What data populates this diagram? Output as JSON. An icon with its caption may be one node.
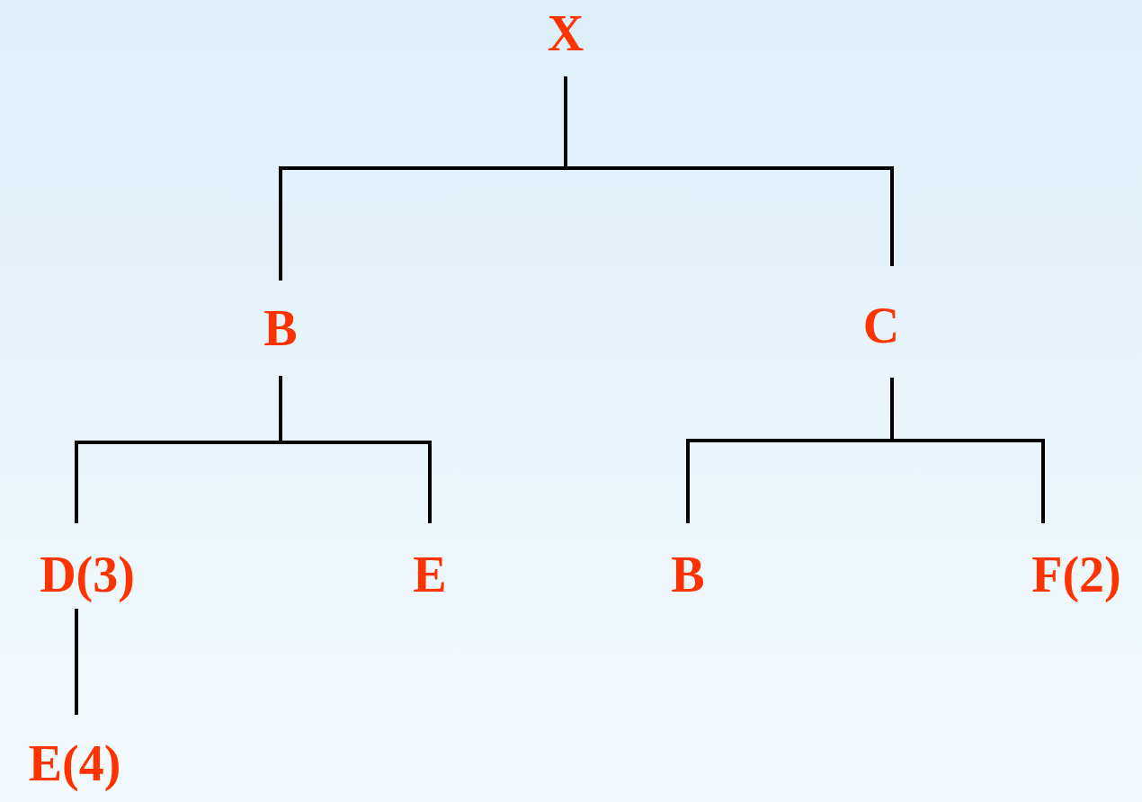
{
  "diagram": {
    "nodes": [
      {
        "text": [
          "X"
        ]
      },
      {
        "text": [
          "B"
        ]
      },
      {
        "text": [
          "C"
        ]
      },
      {
        "text": [
          "D(3)"
        ]
      },
      {
        "text": [
          "E"
        ]
      },
      {
        "text": [
          "B"
        ]
      },
      {
        "text": [
          "F(2)"
        ]
      },
      {
        "text": [
          "E(4)"
        ]
      }
    ],
    "edges": [
      {
        "from": 0,
        "to": 1,
        "arrow": "none"
      },
      {
        "from": 0,
        "to": 2,
        "arrow": "none"
      },
      {
        "from": 1,
        "to": 3,
        "arrow": "none"
      },
      {
        "from": 1,
        "to": 4,
        "arrow": "none"
      },
      {
        "from": 2,
        "to": 5,
        "arrow": "none"
      },
      {
        "from": 2,
        "to": 6,
        "arrow": "none"
      },
      {
        "from": 3,
        "to": 7,
        "arrow": "none"
      }
    ]
  }
}
